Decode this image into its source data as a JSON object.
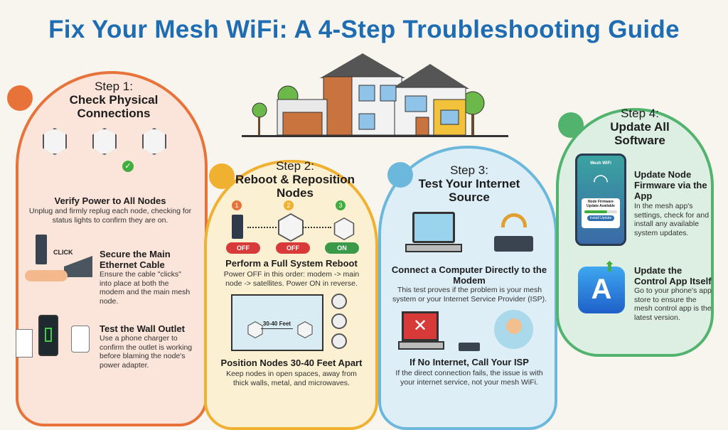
{
  "title": "Fix Your Mesh WiFi: A 4-Step Troubleshooting Guide",
  "colors": {
    "title": "#1e6db3",
    "step1": "#e8733a",
    "step2": "#f0b030",
    "step3": "#6cb8dc",
    "step4": "#52b36e"
  },
  "step1": {
    "label": "Step 1:",
    "title": "Check Physical Connections",
    "items": [
      {
        "title": "Verify Power to All Nodes",
        "text": "Unplug and firmly replug each node, checking for status lights to confirm they are on."
      },
      {
        "title": "Secure the Main Ethernet Cable",
        "text": "Ensure the cable \"clicks\" into place at both the modem and the main mesh node.",
        "icon_label": "CLICK"
      },
      {
        "title": "Test the Wall Outlet",
        "text": "Use a phone charger to confirm the outlet is working before blaming the node's power adapter."
      }
    ]
  },
  "step2": {
    "label": "Step 2:",
    "title": "Reboot & Reposition Nodes",
    "sequence": [
      {
        "num": "1",
        "state": "OFF"
      },
      {
        "num": "2",
        "state": "OFF"
      },
      {
        "num": "3",
        "state": "ON"
      }
    ],
    "items": [
      {
        "title": "Perform a Full System Reboot",
        "text": "Power OFF in this order: modem -> main node -> satellites. Power ON in reverse."
      },
      {
        "title": "Position Nodes 30-40 Feet Apart",
        "text": "Keep nodes in open spaces, away from thick walls, metal, and microwaves.",
        "distance_label": "30-40 Feet"
      }
    ]
  },
  "step3": {
    "label": "Step 3:",
    "title": "Test Your Internet Source",
    "items": [
      {
        "title": "Connect a Computer Directly to the Modem",
        "text": "This test proves if the problem is your mesh system or your Internet Service Provider (ISP)."
      },
      {
        "title": "If No Internet, Call Your ISP",
        "text": "If the direct connection fails, the issue is with your internet service, not your mesh WiFi."
      }
    ]
  },
  "step4": {
    "label": "Step 4:",
    "title": "Update All Software",
    "phone": {
      "app_title": "Mesh WiFi",
      "notice": "Node Firmware Update Available",
      "button": "Install Update",
      "progress": 0.7
    },
    "items": [
      {
        "title": "Update Node Firmware via the App",
        "text": "In the mesh app's settings, check for and install any available system updates."
      },
      {
        "title": "Update the Control App Itself",
        "text": "Go to your phone's app store to ensure the mesh control app is the latest version."
      }
    ]
  }
}
